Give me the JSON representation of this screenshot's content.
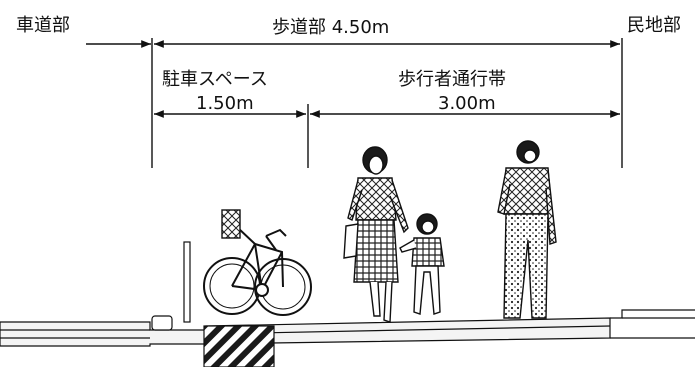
{
  "labels": {
    "roadway": "車道部",
    "sidewalk_total": "歩道部 4.50m",
    "private_land": "民地部",
    "parking_space": "駐車スペース",
    "parking_width": "1.50m",
    "walkway": "歩行者通行帯",
    "walkway_width": "3.00m"
  },
  "colors": {
    "line": "#111111",
    "pavement": "#f4f4f4",
    "hatch": "#1a1a1a"
  },
  "icons": [
    "bicycle-icon",
    "woman-pedestrian-icon",
    "child-pedestrian-icon",
    "man-pedestrian-icon",
    "bollard-icon"
  ]
}
